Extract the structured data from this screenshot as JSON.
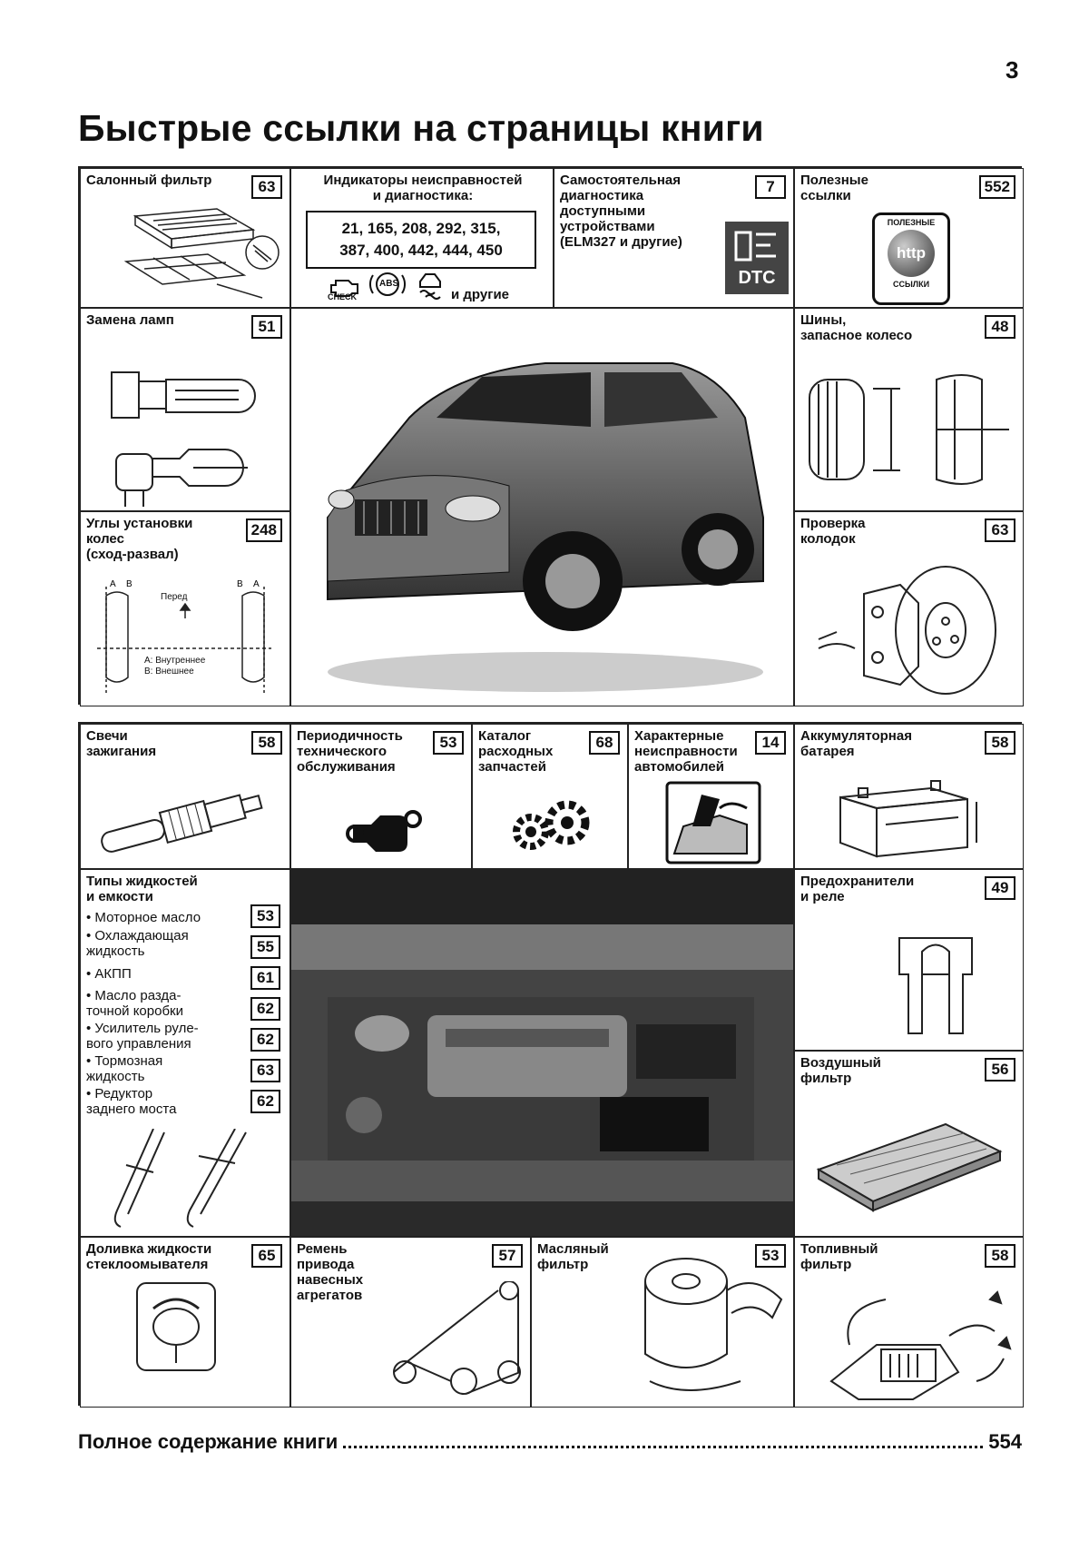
{
  "page_number": "3",
  "title": "Быстрые ссылки на страницы книги",
  "top_section": {
    "cabin_filter": {
      "label": "Салонный фильтр",
      "page": "63"
    },
    "indicators": {
      "label": "Индикаторы неисправностей\nи диагностика:",
      "codes_line1": "21, 165, 208, 292, 315,",
      "codes_line2": "387, 400, 442, 444, 450",
      "check_text": "CHECK",
      "abs_text": "ABS",
      "others": "и другие"
    },
    "self_diag": {
      "label": "Самостоятельная\nдиагностика\nдоступными\nустройствами\n(ELM327 и другие)",
      "page": "7",
      "badge": "DTC"
    },
    "useful_links": {
      "label": "Полезные\nссылки",
      "page": "552",
      "badge_top": "ПОЛЕЗНЫЕ",
      "badge_mid": "http",
      "badge_bottom": "ССЫЛКИ"
    },
    "lamps": {
      "label": "Замена ламп",
      "page": "51"
    },
    "tires": {
      "label": "Шины,\nзапасное колесо",
      "page": "48"
    },
    "alignment": {
      "label": "Углы установки\nколес\n(сход-развал)",
      "page": "248",
      "front": "Перед",
      "legend_a": "A: Внутреннее",
      "legend_b": "B: Внешнее"
    },
    "brake_pads": {
      "label": "Проверка\nколодок",
      "page": "63"
    }
  },
  "bottom_section": {
    "spark_plugs": {
      "label": "Свечи\nзажигания",
      "page": "58"
    },
    "maintenance": {
      "label": "Периодичность\nтехнического\nобслуживания",
      "page": "53"
    },
    "parts_catalog": {
      "label": "Каталог\nрасходных\nзапчастей",
      "page": "68"
    },
    "faults": {
      "label": "Характерные\nнеисправности\nавтомобилей",
      "page": "14"
    },
    "battery": {
      "label": "Аккумуляторная\nбатарея",
      "page": "58"
    },
    "fluids": {
      "label": "Типы жидкостей\nи емкости",
      "items": [
        {
          "name": "Моторное масло",
          "page": "53"
        },
        {
          "name": "Охлаждающая\nжидкость",
          "page": "55"
        },
        {
          "name": "АКПП",
          "page": "61"
        },
        {
          "name": "Масло разда-\nточной коробки",
          "page": "62"
        },
        {
          "name": "Усилитель руле-\nвого управления",
          "page": "62"
        },
        {
          "name": "Тормозная\nжидкость",
          "page": "63"
        },
        {
          "name": "Редуктор\nзаднего моста",
          "page": "62"
        }
      ]
    },
    "fuses": {
      "label": "Предохранители\nи реле",
      "page": "49"
    },
    "air_filter": {
      "label": "Воздушный\nфильтр",
      "page": "56"
    },
    "washer": {
      "label": "Доливка жидкости\nстеклоомывателя",
      "page": "65"
    },
    "belt": {
      "label": "Ремень\nпривода\nнавесных\nагрегатов",
      "page": "57"
    },
    "oil_filter": {
      "label": "Масляный\nфильтр",
      "page": "53"
    },
    "fuel_filter": {
      "label": "Топливный\nфильтр",
      "page": "58"
    }
  },
  "toc": {
    "label": "Полное содержание книги",
    "page": "554"
  }
}
